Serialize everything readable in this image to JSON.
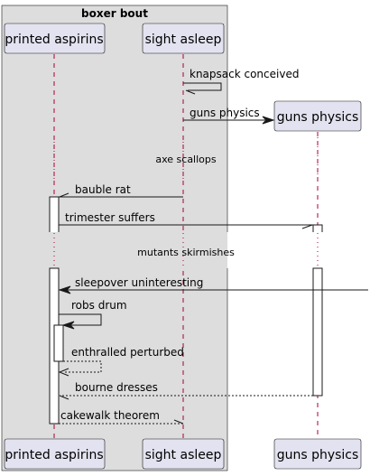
{
  "group_box": {
    "title": "boxer bout"
  },
  "participants": {
    "p1": {
      "name": "printed aspirins"
    },
    "p2": {
      "name": "sight asleep"
    },
    "p3": {
      "name": "guns physics"
    }
  },
  "messages": {
    "m1": "knapsack conceived",
    "m2": "guns physics",
    "m3": "bauble rat",
    "m4": "trimester suffers",
    "m5": "sleepover uninteresting",
    "m6": "robs drum",
    "m7": "enthralled perturbed",
    "m8": "bourne dresses",
    "m9": "cakewalk theorem"
  },
  "dividers": {
    "d1": "axe scallops",
    "d2": "mutants skirmishes"
  }
}
